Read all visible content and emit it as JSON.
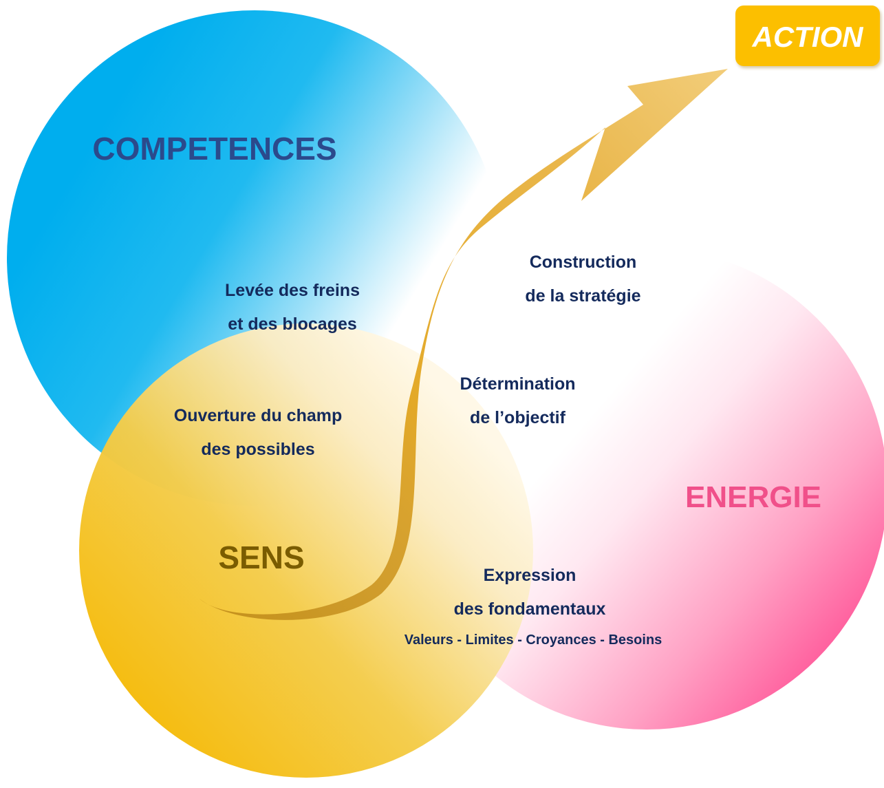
{
  "circles": {
    "competences": {
      "title": "COMPETENCES",
      "color_start": "#00b0ee",
      "color_end": "#ffffff",
      "text_color": "#2b4a8c"
    },
    "sens": {
      "title": "SENS",
      "color_start": "#f5c000",
      "color_end": "#fbefc9",
      "text_color": "#7a5c00"
    },
    "energie": {
      "title": "ENERGIE",
      "color_start": "#ff5a9a",
      "color_end": "#ffffff",
      "text_color": "#f0508a"
    }
  },
  "arrow": {
    "color": "#d9a520",
    "target_label": "ACTION"
  },
  "action_badge": {
    "label": "ACTION",
    "color": "#fcbf00"
  },
  "steps": {
    "levee": [
      "Levée des freins",
      "et des blocages"
    ],
    "ouverture": [
      "Ouverture du champ",
      "des possibles"
    ],
    "construction": [
      "Construction",
      "de la stratégie"
    ],
    "determination": [
      "Détermination",
      "de l’objectif"
    ],
    "expression": [
      "Expression",
      "des fondamentaux"
    ],
    "fondamentaux_detail": "Valeurs - Limites - Croyances - Besoins"
  },
  "label_color": "#142a5c"
}
